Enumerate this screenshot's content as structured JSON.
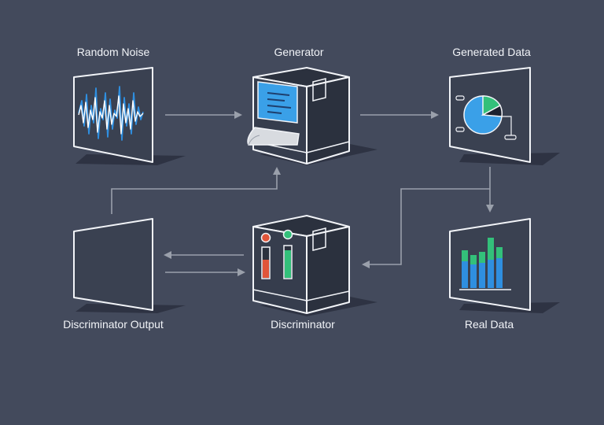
{
  "labels": {
    "random_noise": "Random Noise",
    "generator": "Generator",
    "generated_data": "Generated Data",
    "discriminator_output": "Discriminator Output",
    "discriminator": "Discriminator",
    "real_data": "Real Data"
  },
  "colors": {
    "background": "#434a5c",
    "panel_fill": "#3a4151",
    "outline": "#f2f4f8",
    "machine_front": "#363d4d",
    "machine_side": "#2b313e",
    "screen_blue": "#3aa0e8",
    "wave_blue": "#2f8fe0",
    "accent_green": "#33c07a",
    "accent_red": "#e0553a",
    "arrow_gray": "#9aa0ab",
    "shadow": "#2c3140"
  }
}
